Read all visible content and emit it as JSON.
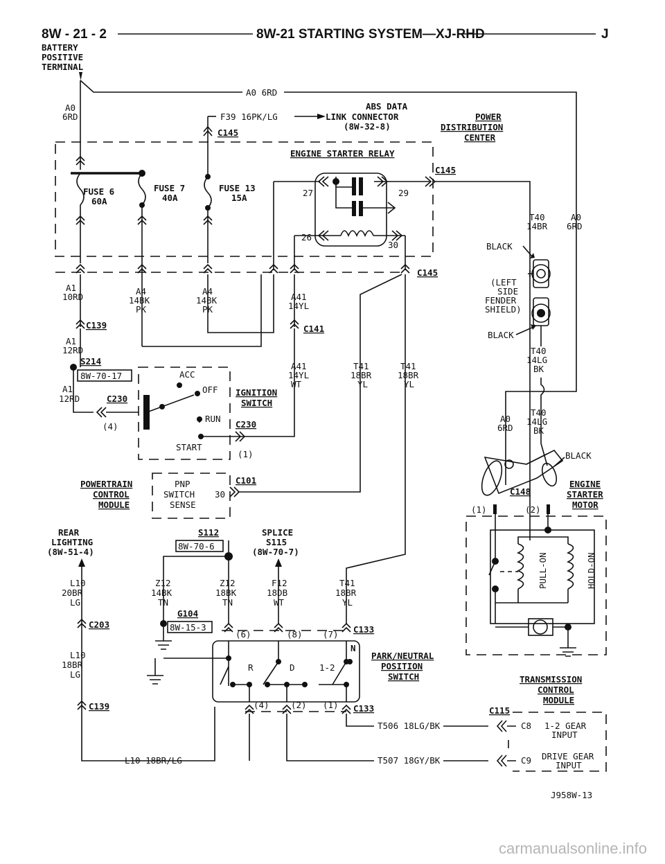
{
  "header": {
    "page_number": "8W - 21 - 2",
    "title": "8W-21 STARTING SYSTEM—XJ-RHD",
    "section_letter": "J"
  },
  "battery": {
    "label": [
      "BATTERY",
      "POSITIVE",
      "TERMINAL"
    ],
    "wire_left": [
      "A0",
      "6RD"
    ],
    "wire_top": "A0 6RD"
  },
  "abs": {
    "wire": "F39 16PK/LG",
    "label": [
      "ABS DATA",
      "LINK CONNECTOR",
      "(8W-32-8)"
    ]
  },
  "pdc": {
    "label": [
      "POWER",
      "DISTRIBUTION",
      "CENTER"
    ]
  },
  "relay": {
    "label": "ENGINE STARTER RELAY",
    "pins": [
      "27",
      "29",
      "26",
      "30"
    ]
  },
  "fuses": [
    {
      "name": "FUSE 6",
      "rating": "60A"
    },
    {
      "name": "FUSE 7",
      "rating": "40A"
    },
    {
      "name": "FUSE 13",
      "rating": "15A"
    }
  ],
  "connectors": {
    "c145": "C145",
    "c139": "C139",
    "c141": "C141",
    "c230": "C230",
    "c101": "C101",
    "c133": "C133",
    "c203": "C203",
    "c148": "C148",
    "c115": "C115"
  },
  "splices": {
    "s214": "S214",
    "s214_ref": "8W-70-17",
    "s112": "S112",
    "s112_ref": "8W-70-6",
    "s115": [
      "SPLICE",
      "S115",
      "(8W-70-7)"
    ]
  },
  "grounds": {
    "g104": "G104",
    "g104_ref": "8W-15-3"
  },
  "wires": {
    "a1_10": [
      "A1",
      "10RD"
    ],
    "a1_12": [
      "A1",
      "12RD"
    ],
    "a1_12b": [
      "A1",
      "12RD"
    ],
    "a4_a": [
      "A4",
      "14BK",
      "PK"
    ],
    "a4_b": [
      "A4",
      "14BK",
      "PK"
    ],
    "a41_a": [
      "A41",
      "14YL"
    ],
    "a41_b": [
      "A41",
      "14YL",
      "WT"
    ],
    "t41_a": [
      "T41",
      "18BR",
      "YL"
    ],
    "t41_b": [
      "T41",
      "18BR",
      "YL"
    ],
    "t41_c": [
      "T41",
      "18BR",
      "YL"
    ],
    "t40_a": [
      "T40",
      "14BR"
    ],
    "a0_r": [
      "A0",
      "6RD"
    ],
    "t40_b": [
      "T40",
      "14LG",
      "BK"
    ],
    "t40_c": [
      "T40",
      "14LG",
      "BK"
    ],
    "a0_s": [
      "A0",
      "6RD"
    ],
    "l10_a": [
      "L10",
      "20BR",
      "LG"
    ],
    "l10_b": [
      "L10",
      "18BR",
      "LG"
    ],
    "z12_a": [
      "Z12",
      "14BK",
      "TN"
    ],
    "z12_b": [
      "Z12",
      "18BK",
      "TN"
    ],
    "f12": [
      "F12",
      "18DB",
      "WT"
    ],
    "l10_bottom": "L10 18BR/LG",
    "t506": "T506 18LG/BK",
    "t507": "T507 18GY/BK"
  },
  "ground_point": {
    "label": [
      "(LEFT",
      "SIDE",
      "FENDER",
      "SHIELD)"
    ],
    "black_a": "BLACK",
    "black_b": "BLACK"
  },
  "ignition": {
    "acc": "ACC",
    "off": "OFF",
    "run": "RUN",
    "start": "START",
    "label": [
      "IGNITION",
      "SWITCH"
    ],
    "pin4": "(4)",
    "pin1": "(1)"
  },
  "pcm": {
    "label": [
      "POWERTRAIN",
      "CONTROL",
      "MODULE"
    ],
    "sense": [
      "PNP",
      "SWITCH",
      "SENSE"
    ],
    "pin": "30"
  },
  "rear": {
    "label": [
      "REAR",
      "LIGHTING",
      "(8W-51-4)"
    ]
  },
  "pnp": {
    "label": [
      "PARK/NEUTRAL",
      "POSITION",
      "SWITCH"
    ],
    "positions": [
      "R",
      "D",
      "1-2",
      "N"
    ],
    "pins_top": [
      "(6)",
      "(8)",
      "(7)"
    ],
    "pins_bottom": [
      "(4)",
      "(2)",
      "(1)"
    ]
  },
  "starter": {
    "label": [
      "ENGINE",
      "STARTER",
      "MOTOR"
    ],
    "black": "BLACK",
    "pins": [
      "(1)",
      "(2)"
    ],
    "pull_on": "PULL-ON",
    "hold_on": "HOLD-ON"
  },
  "tcm": {
    "label": [
      "TRANSMISSION",
      "CONTROL",
      "MODULE"
    ],
    "c8": "C8",
    "c8_text": [
      "1-2 GEAR",
      "INPUT"
    ],
    "c9": "C9",
    "c9_text": [
      "DRIVE GEAR",
      "INPUT"
    ]
  },
  "footer": {
    "figure_id": "J958W-13",
    "watermark": "carmanualsonline.info"
  }
}
